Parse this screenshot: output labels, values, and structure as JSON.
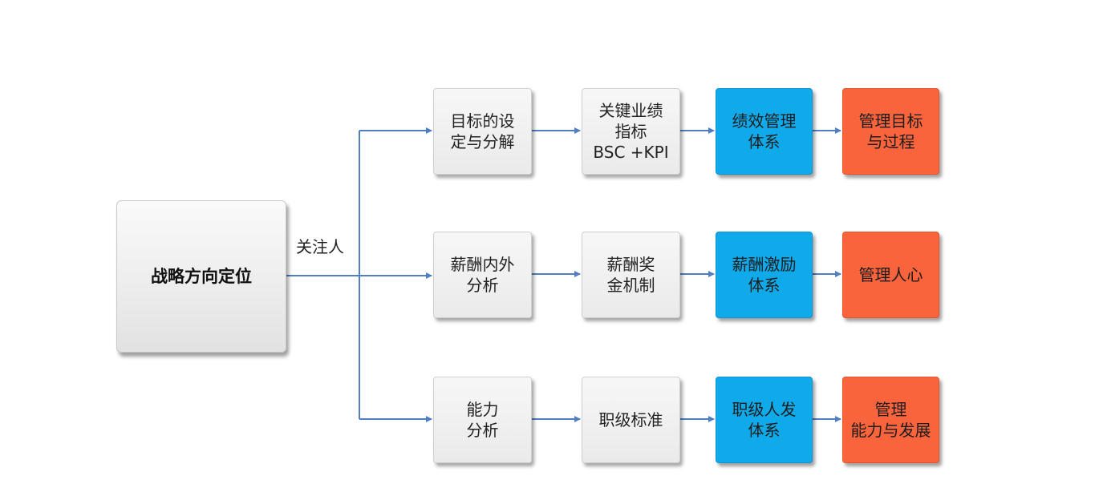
{
  "diagram": {
    "root": {
      "label": "战略方向定位"
    },
    "edge_label": "关注人",
    "rows": [
      {
        "step1": "目标的设\n定与分解",
        "step2": "关键业绩\n指标\nBSC +KPI",
        "system": "绩效管理\n体系",
        "goal": "管理目标\n与过程"
      },
      {
        "step1": "薪酬内外\n分析",
        "step2": "薪酬奖\n金机制",
        "system": "薪酬激励\n体系",
        "goal": "管理人心"
      },
      {
        "step1": "能力\n分析",
        "step2": "职级标准",
        "system": "职级人发\n体系",
        "goal": "管理\n能力与发展"
      }
    ],
    "colors": {
      "connector": "#4f7fc0",
      "system_fill": "#10a9ea",
      "goal_fill": "#fa643c",
      "step_fill": "#efefef"
    }
  }
}
